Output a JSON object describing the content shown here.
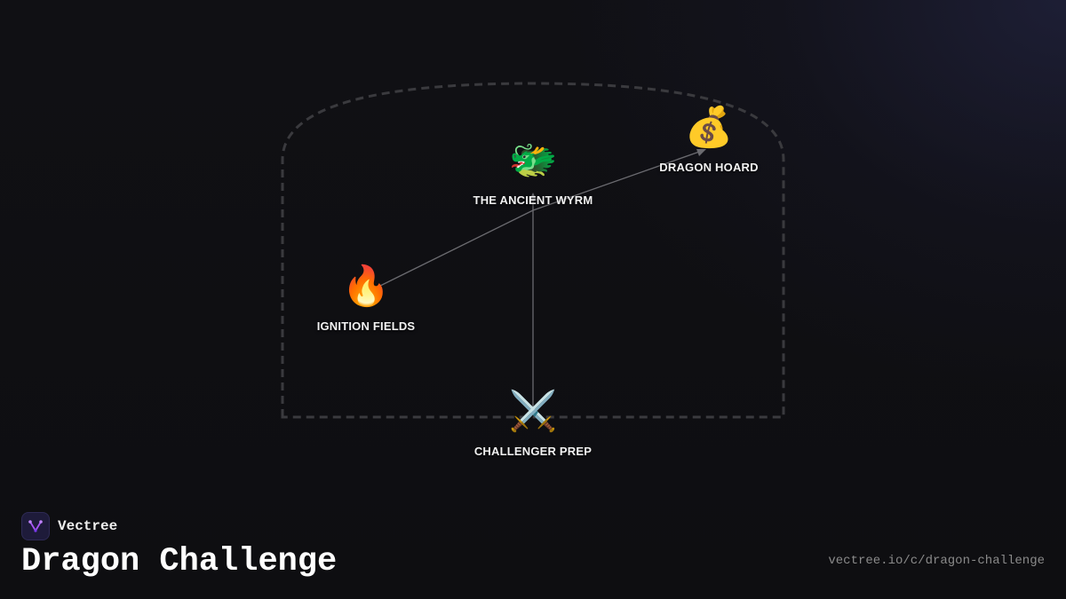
{
  "brand": {
    "name": "Vectree",
    "logo_icon": "vectree-logo-icon",
    "accent_color": "#8b5cf6"
  },
  "title": "Dragon Challenge",
  "url": "vectree.io/c/dragon-challenge",
  "diagram": {
    "boundary_style": "dashed",
    "nodes": [
      {
        "id": "ancient-wyrm",
        "label": "THE ANCIENT WYRM",
        "icon": "dragon-face-icon",
        "glyph": "🐲"
      },
      {
        "id": "dragon-hoard",
        "label": "DRAGON HOARD",
        "icon": "money-bag-icon",
        "glyph": "💰"
      },
      {
        "id": "ignition-fields",
        "label": "IGNITION FIELDS",
        "icon": "fire-icon",
        "glyph": "🔥"
      },
      {
        "id": "challenger-prep",
        "label": "CHALLENGER PREP",
        "icon": "crossed-swords-icon",
        "glyph": "⚔️"
      }
    ],
    "edges": [
      {
        "from": "ancient-wyrm",
        "to": "dragon-hoard"
      },
      {
        "from": "ancient-wyrm",
        "to": "ignition-fields"
      },
      {
        "from": "challenger-prep",
        "to": "ancient-wyrm"
      }
    ]
  }
}
